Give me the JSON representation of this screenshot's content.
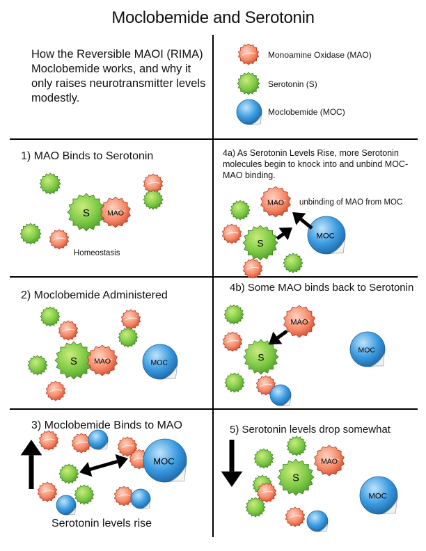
{
  "title": "Moclobemide and Serotonin",
  "intro": "How the Reversible MAOI (RIMA) Moclobemide works, and why it only raises neurotransmitter levels modestly.",
  "legend": {
    "mao": "Monoamine Oxidase (MAO)",
    "serotonin": "Serotonin (S)",
    "moc": "Moclobemide (MOC)"
  },
  "panels": {
    "p1": {
      "title": "1) MAO Binds to Serotonin",
      "note": "Homeostasis"
    },
    "p2": {
      "title": "2) Moclobemide Administered"
    },
    "p3": {
      "title": "3) Moclobemide Binds to MAO",
      "note": "Serotonin levels rise"
    },
    "p4a": {
      "title": "4a) As Serotonin Levels Rise, more Serotonin molecules begin to knock into and unbind MOC-MAO binding.",
      "note": "unbinding of MAO from MOC"
    },
    "p4b": {
      "title": "4b) Some MAO binds back to Serotonin"
    },
    "p5": {
      "title": "5) Serotonin levels drop somewhat"
    }
  },
  "glyph_labels": {
    "s": "S",
    "mao": "MAO",
    "moc": "MOC"
  },
  "colors": {
    "serotonin": "#6cbf3a",
    "mao": "#f07a5a",
    "moc": "#2f8fd6",
    "lines": "#000000"
  }
}
